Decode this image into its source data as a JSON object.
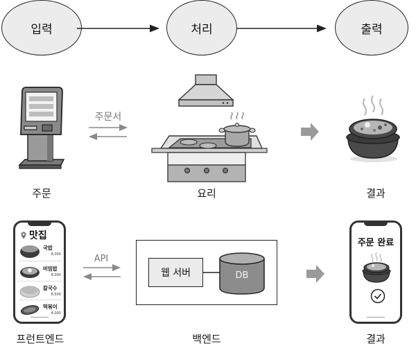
{
  "top_flow": {
    "nodes": [
      {
        "label": "입력"
      },
      {
        "label": "처리"
      },
      {
        "label": "출력"
      }
    ]
  },
  "restaurant_row": {
    "order": {
      "label": "주문",
      "icon": "kiosk-icon"
    },
    "order_arrow_label": "주문서",
    "cooking": {
      "label": "요리",
      "icon": "stove-icon"
    },
    "result": {
      "label": "결과",
      "icon": "stew-pot-icon"
    }
  },
  "web_row": {
    "frontend": {
      "label": "프런트엔드",
      "app_title": "맛집",
      "menu": [
        {
          "name": "국밥",
          "price": "8,000"
        },
        {
          "name": "비빔밥",
          "price": "8,000"
        },
        {
          "name": "칼국수",
          "price": "6,500"
        },
        {
          "name": "떡볶이",
          "price": "4,000"
        }
      ]
    },
    "api_arrow_label": "API",
    "backend": {
      "label": "백엔드",
      "server_label": "웹 서버",
      "db_label": "DB"
    },
    "result": {
      "label": "결과",
      "screen_title": "주문 완료"
    }
  },
  "colors": {
    "node_fill": "#ececec",
    "arrow_gray": "#8a8a8a",
    "db_fill": "#8c8c8c",
    "ink": "#222222"
  }
}
